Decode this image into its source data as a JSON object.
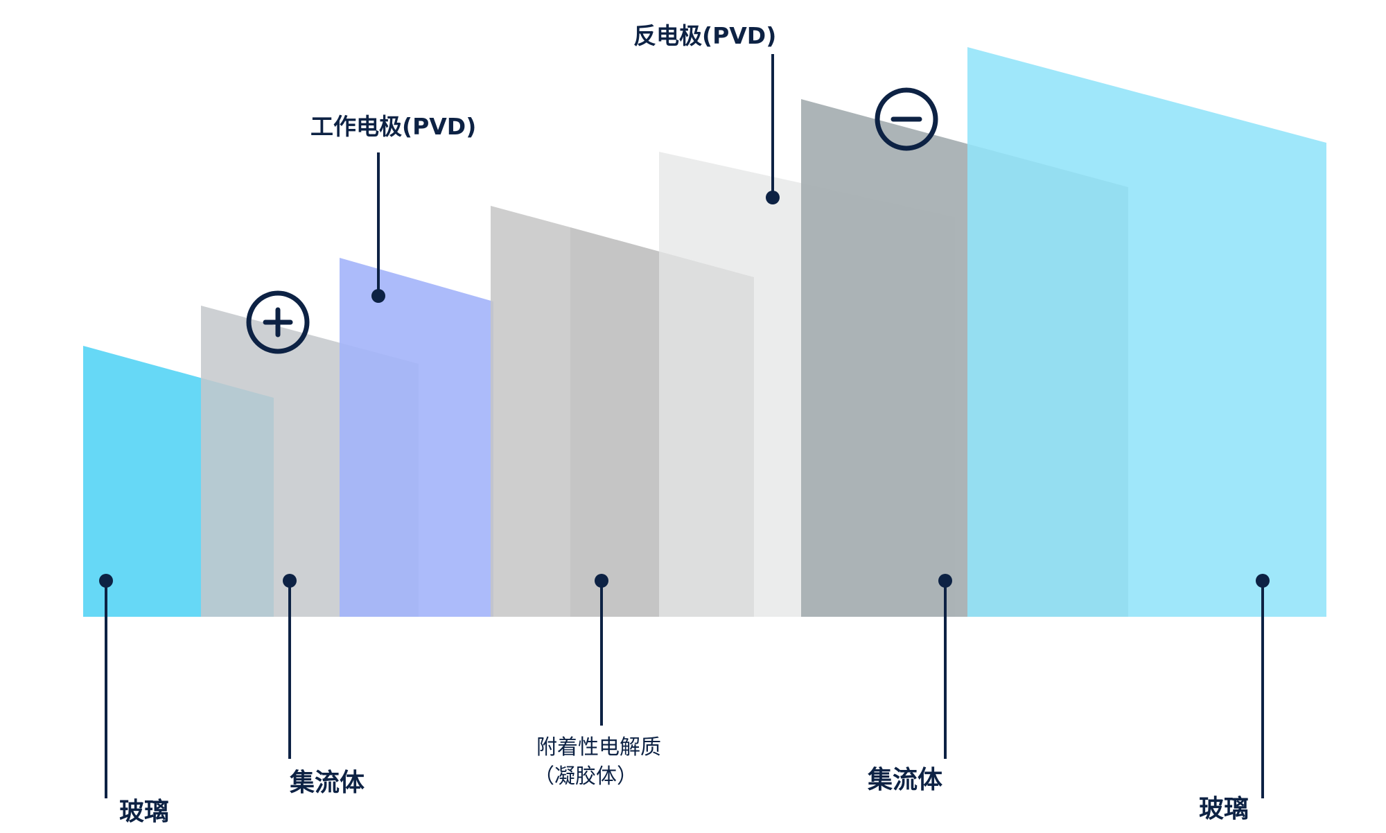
{
  "labels": {
    "glass_left": "玻璃",
    "collector_left": "集流体",
    "working_electrode": "工作电极(PVD)",
    "adhesive_line1": "附着性电解质",
    "adhesive_line2": "（凝胶体）",
    "counter_electrode": "反电极(PVD)",
    "collector_right": "集流体",
    "glass_right": "玻璃"
  },
  "colors": {
    "glass_left": "#66d8f6",
    "collector": "#c4c8cb",
    "working_electrode": "#a3b4f9",
    "electrolyte": "#c5c5c5",
    "counter_electrode": "#e4e5e6",
    "collector_right": "#a8b0b3",
    "glass_right": "#92e4f9",
    "line": "#0d2244"
  },
  "icons": {
    "positive": "plus-circle-icon",
    "negative": "minus-circle-icon"
  }
}
